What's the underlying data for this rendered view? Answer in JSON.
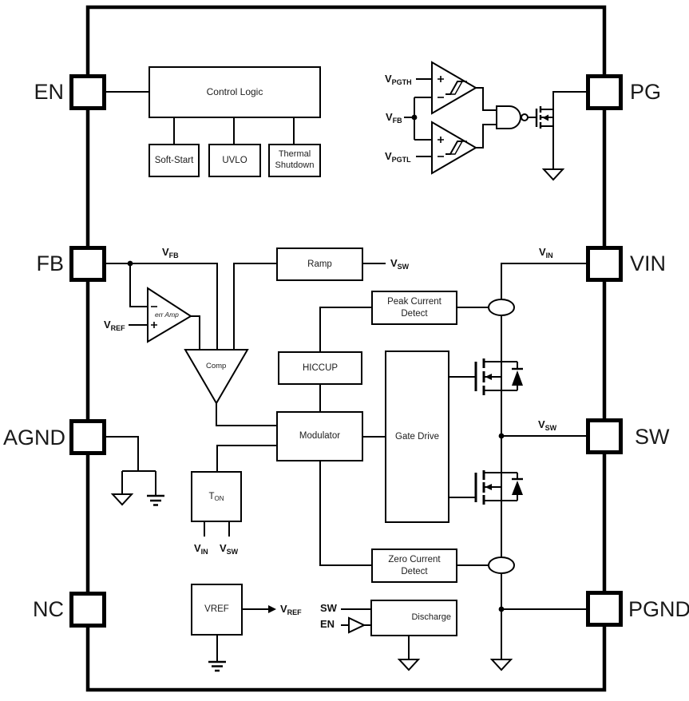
{
  "pins": {
    "left": [
      "EN",
      "FB",
      "AGND",
      "NC"
    ],
    "right": [
      "PG",
      "VIN",
      "SW",
      "PGND"
    ]
  },
  "blocks": {
    "control_logic": "Control Logic",
    "soft_start": "Soft-Start",
    "uvlo": "UVLO",
    "thermal_shutdown": "Thermal Shutdown",
    "ramp": "Ramp",
    "peak_current_detect": "Peak Current Detect",
    "hiccup": "HICCUP",
    "modulator": "Modulator",
    "gate_drive": "Gate Drive",
    "zero_current_detect": "Zero Current Detect",
    "ton": {
      "base": "T",
      "sub": "ON"
    },
    "vref": "VREF",
    "discharge": "Discharge"
  },
  "amps": {
    "error_amp": "err Amp",
    "comparator": "Comp"
  },
  "signals": {
    "vpgth": {
      "base": "V",
      "sub": "PGTH"
    },
    "vfb_pg": {
      "base": "V",
      "sub": "FB"
    },
    "vpgtl": {
      "base": "V",
      "sub": "PGTL"
    },
    "vfb": {
      "base": "V",
      "sub": "FB"
    },
    "vref_in": {
      "base": "V",
      "sub": "REF"
    },
    "vsw_ramp": {
      "base": "V",
      "sub": "SW"
    },
    "vin_pin": {
      "base": "V",
      "sub": "IN"
    },
    "vsw_node": {
      "base": "V",
      "sub": "SW"
    },
    "ton_vin": {
      "base": "V",
      "sub": "IN"
    },
    "ton_vsw": {
      "base": "V",
      "sub": "SW"
    },
    "vref_out": {
      "base": "V",
      "sub": "REF"
    },
    "sw_discharge": "SW",
    "en_discharge": "EN"
  },
  "colors": {
    "line": "#000000",
    "background": "#ffffff",
    "text": "#1b1b1b"
  }
}
